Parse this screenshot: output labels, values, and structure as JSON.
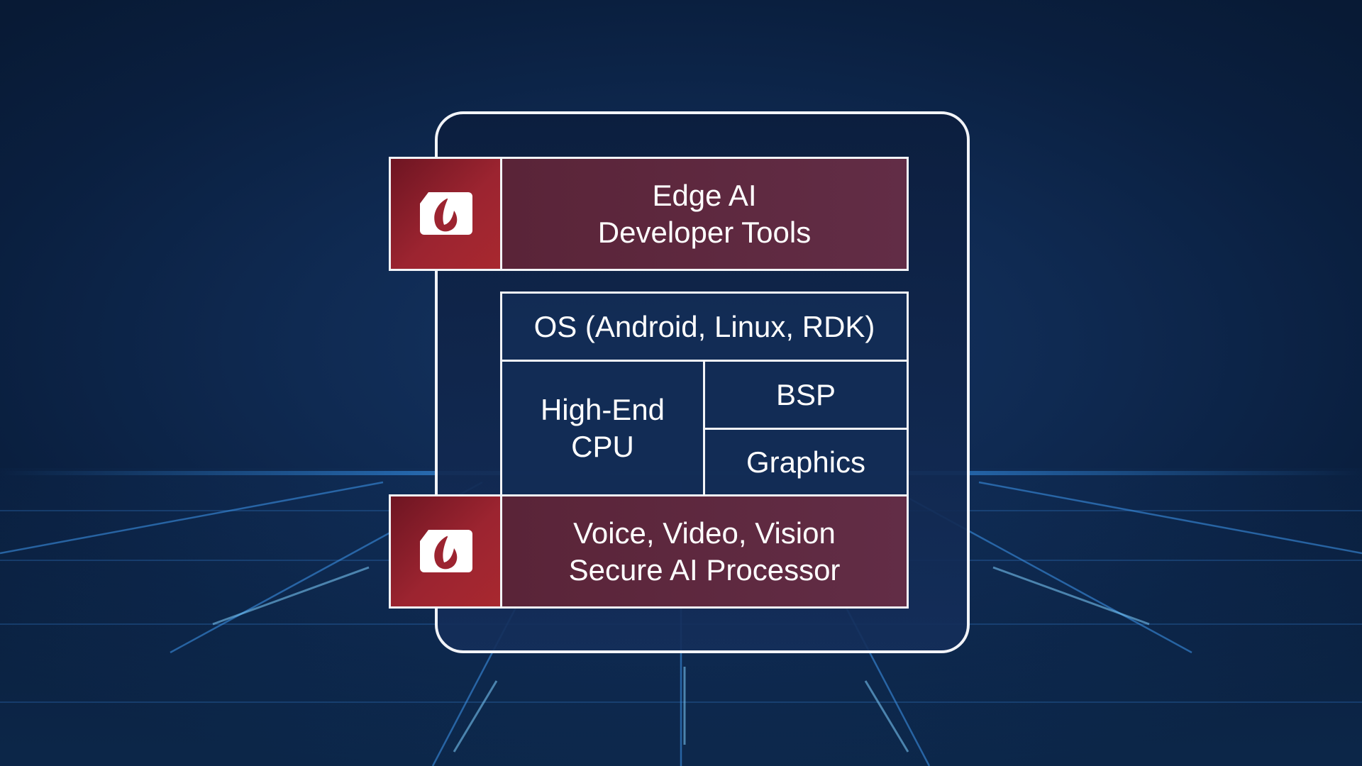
{
  "blocks": {
    "top_label_line1": "Edge AI",
    "top_label_line2": "Developer Tools",
    "os": "OS (Android, Linux, RDK)",
    "cpu_line1": "High-End",
    "cpu_line2": "CPU",
    "bsp": "BSP",
    "graphics": "Graphics",
    "bottom_label_line1": "Voice, Video, Vision",
    "bottom_label_line2": "Secure AI Processor"
  },
  "icons": {
    "top_logo": "brand-logo-icon",
    "bottom_logo": "brand-logo-icon"
  },
  "colors": {
    "background": "#0f2a52",
    "frame_border": "#f2f4f8",
    "red_tile": "#9c2430",
    "red_label": "#5a2438",
    "blue_cell": "#122c56"
  }
}
